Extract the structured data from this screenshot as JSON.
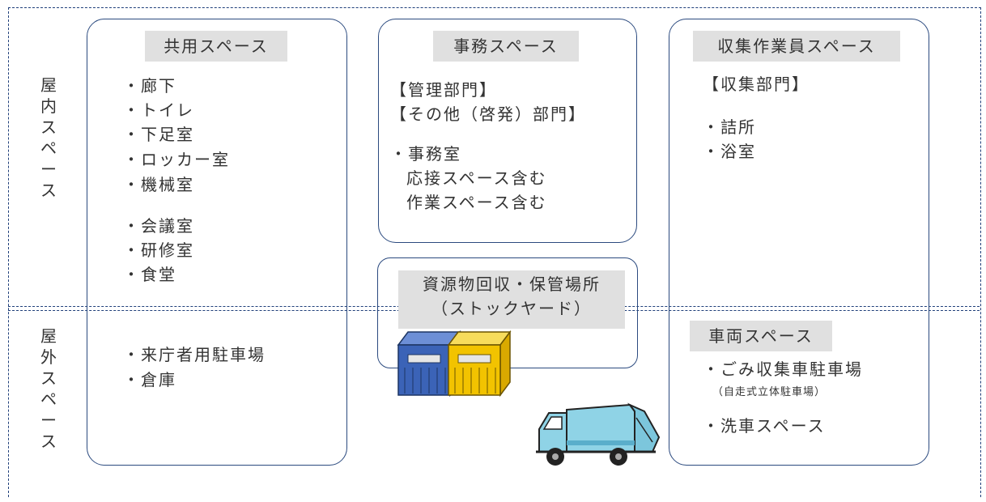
{
  "zones": {
    "indoor_label": [
      "屋",
      "内",
      "ス",
      "ペ",
      "ー",
      "ス"
    ],
    "outdoor_label": [
      "屋",
      "外",
      "ス",
      "ペ",
      "ー",
      "ス"
    ]
  },
  "common": {
    "title": "共用スペース",
    "items_a": [
      "・廊下",
      "・トイレ",
      "・下足室",
      "・ロッカー室",
      "・機械室"
    ],
    "items_b": [
      "・会議室",
      "・研修室",
      "・食堂"
    ],
    "outdoor_items": [
      "・来庁者用駐車場",
      "・倉庫"
    ]
  },
  "office": {
    "title": "事務スペース",
    "depts": [
      "【管理部門】",
      "【その他（啓発）部門】"
    ],
    "items": [
      "・事務室",
      "応接スペース含む",
      "作業スペース含む"
    ]
  },
  "recycle": {
    "title_lines": [
      "資源物回収・保管場所",
      "（ストックヤード）"
    ]
  },
  "collector": {
    "title": "収集作業員スペース",
    "dept": "【収集部門】",
    "items": [
      "・詰所",
      "・浴室"
    ]
  },
  "vehicle": {
    "title": "車両スペース",
    "item1": "・ごみ収集車駐車場",
    "item1_note": "（自走式立体駐車場）",
    "item2": "・洗車スペース"
  },
  "colors": {
    "border": "#2b4a7f",
    "header_bg": "#e0e0e0",
    "bin_blue": "#3b63b7",
    "bin_yellow": "#f2c300",
    "truck_body": "#8fd3e6"
  }
}
